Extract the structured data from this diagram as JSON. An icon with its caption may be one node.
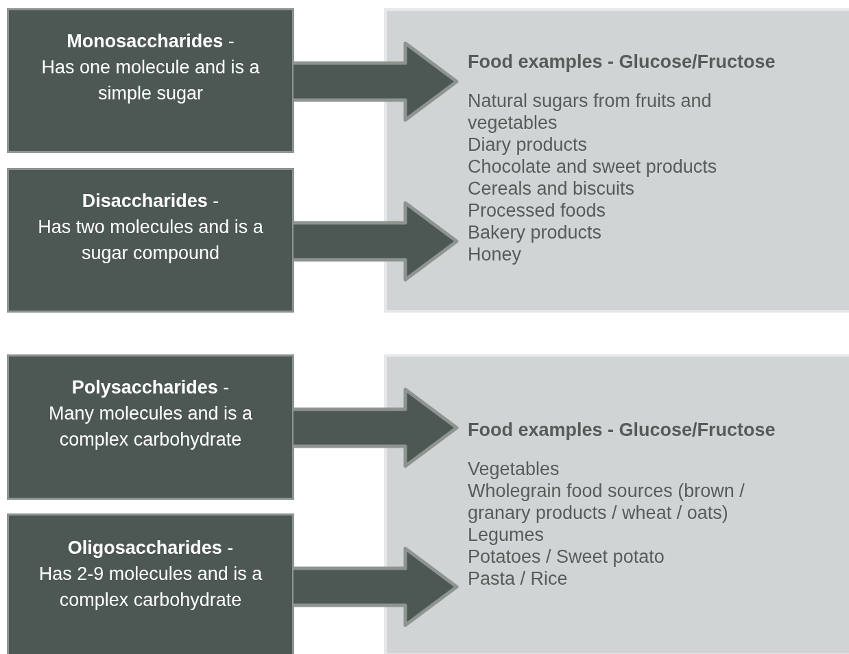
{
  "diagram": {
    "nodes": [
      {
        "text": [
          "**Monosaccharides** -",
          "Has one molecule and is a simple sugar"
        ]
      },
      {
        "text": [
          "**Disaccharides** -",
          "Has two molecules and is a sugar compound"
        ]
      },
      {
        "text": [
          "Food examples - Glucose/Fructose",
          "Natural sugars from fruits and vegetables",
          "Diary products",
          "Chocolate and sweet products",
          "Cereals and biscuits",
          "Processed foods",
          "Bakery products",
          "Honey"
        ]
      },
      {
        "text": [
          "**Polysaccharides** -",
          "Many molecules and is a complex carbohydrate"
        ]
      },
      {
        "text": [
          "**Oligosaccharides** -",
          "Has 2-9 molecules and is a complex carbohydrate"
        ]
      },
      {
        "text": [
          "Food examples - Glucose/Fructose",
          "Vegetables",
          "Wholegrain food sources (brown / granary products / wheat / oats)",
          "Legumes",
          "Potatoes / Sweet potato",
          "Pasta / Rice"
        ]
      }
    ],
    "edges": [
      {
        "from": 0,
        "to": 2,
        "arrow": "to"
      },
      {
        "from": 1,
        "to": 2,
        "arrow": "to"
      },
      {
        "from": 3,
        "to": 5,
        "arrow": "to"
      },
      {
        "from": 4,
        "to": 5,
        "arrow": "to"
      }
    ]
  }
}
